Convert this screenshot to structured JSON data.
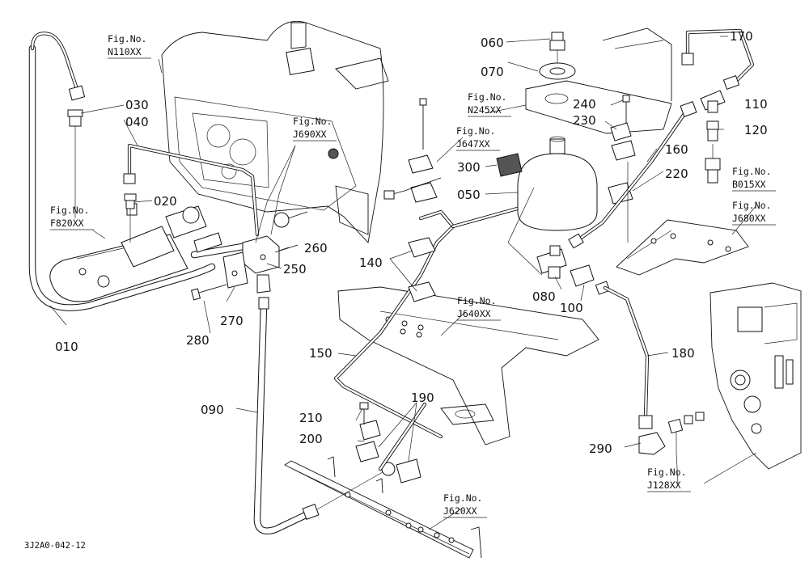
{
  "diagram_code": "3J2A0-042-12",
  "callouts": [
    {
      "id": "c010",
      "text": "010"
    },
    {
      "id": "c020",
      "text": "020"
    },
    {
      "id": "c030",
      "text": "030"
    },
    {
      "id": "c040",
      "text": "040"
    },
    {
      "id": "c050",
      "text": "050"
    },
    {
      "id": "c060",
      "text": "060"
    },
    {
      "id": "c070",
      "text": "070"
    },
    {
      "id": "c080",
      "text": "080"
    },
    {
      "id": "c090",
      "text": "090"
    },
    {
      "id": "c100",
      "text": "100"
    },
    {
      "id": "c110",
      "text": "110"
    },
    {
      "id": "c120",
      "text": "120"
    },
    {
      "id": "c140",
      "text": "140"
    },
    {
      "id": "c150",
      "text": "150"
    },
    {
      "id": "c160",
      "text": "160"
    },
    {
      "id": "c170",
      "text": "170"
    },
    {
      "id": "c180",
      "text": "180"
    },
    {
      "id": "c190",
      "text": "190"
    },
    {
      "id": "c200",
      "text": "200"
    },
    {
      "id": "c210",
      "text": "210"
    },
    {
      "id": "c220",
      "text": "220"
    },
    {
      "id": "c230",
      "text": "230"
    },
    {
      "id": "c240",
      "text": "240"
    },
    {
      "id": "c250",
      "text": "250"
    },
    {
      "id": "c260",
      "text": "260"
    },
    {
      "id": "c270",
      "text": "270"
    },
    {
      "id": "c280",
      "text": "280"
    },
    {
      "id": "c290",
      "text": "290"
    },
    {
      "id": "c300",
      "text": "300"
    }
  ],
  "fig_refs": [
    {
      "id": "n110",
      "label": "Fig.No.",
      "code": "N110XX"
    },
    {
      "id": "f820",
      "label": "Fig.No.",
      "code": "F820XX"
    },
    {
      "id": "j690",
      "label": "Fig.No.",
      "code": "J690XX"
    },
    {
      "id": "n245",
      "label": "Fig.No.",
      "code": "N245XX"
    },
    {
      "id": "j647",
      "label": "Fig.No.",
      "code": "J647XX"
    },
    {
      "id": "b015",
      "label": "Fig.No.",
      "code": "B015XX"
    },
    {
      "id": "j680",
      "label": "Fig.No.",
      "code": "J680XX"
    },
    {
      "id": "j640",
      "label": "Fig.No.",
      "code": "J640XX"
    },
    {
      "id": "j128",
      "label": "Fig.No.",
      "code": "J128XX"
    },
    {
      "id": "j620",
      "label": "Fig.No.",
      "code": "J620XX"
    }
  ]
}
